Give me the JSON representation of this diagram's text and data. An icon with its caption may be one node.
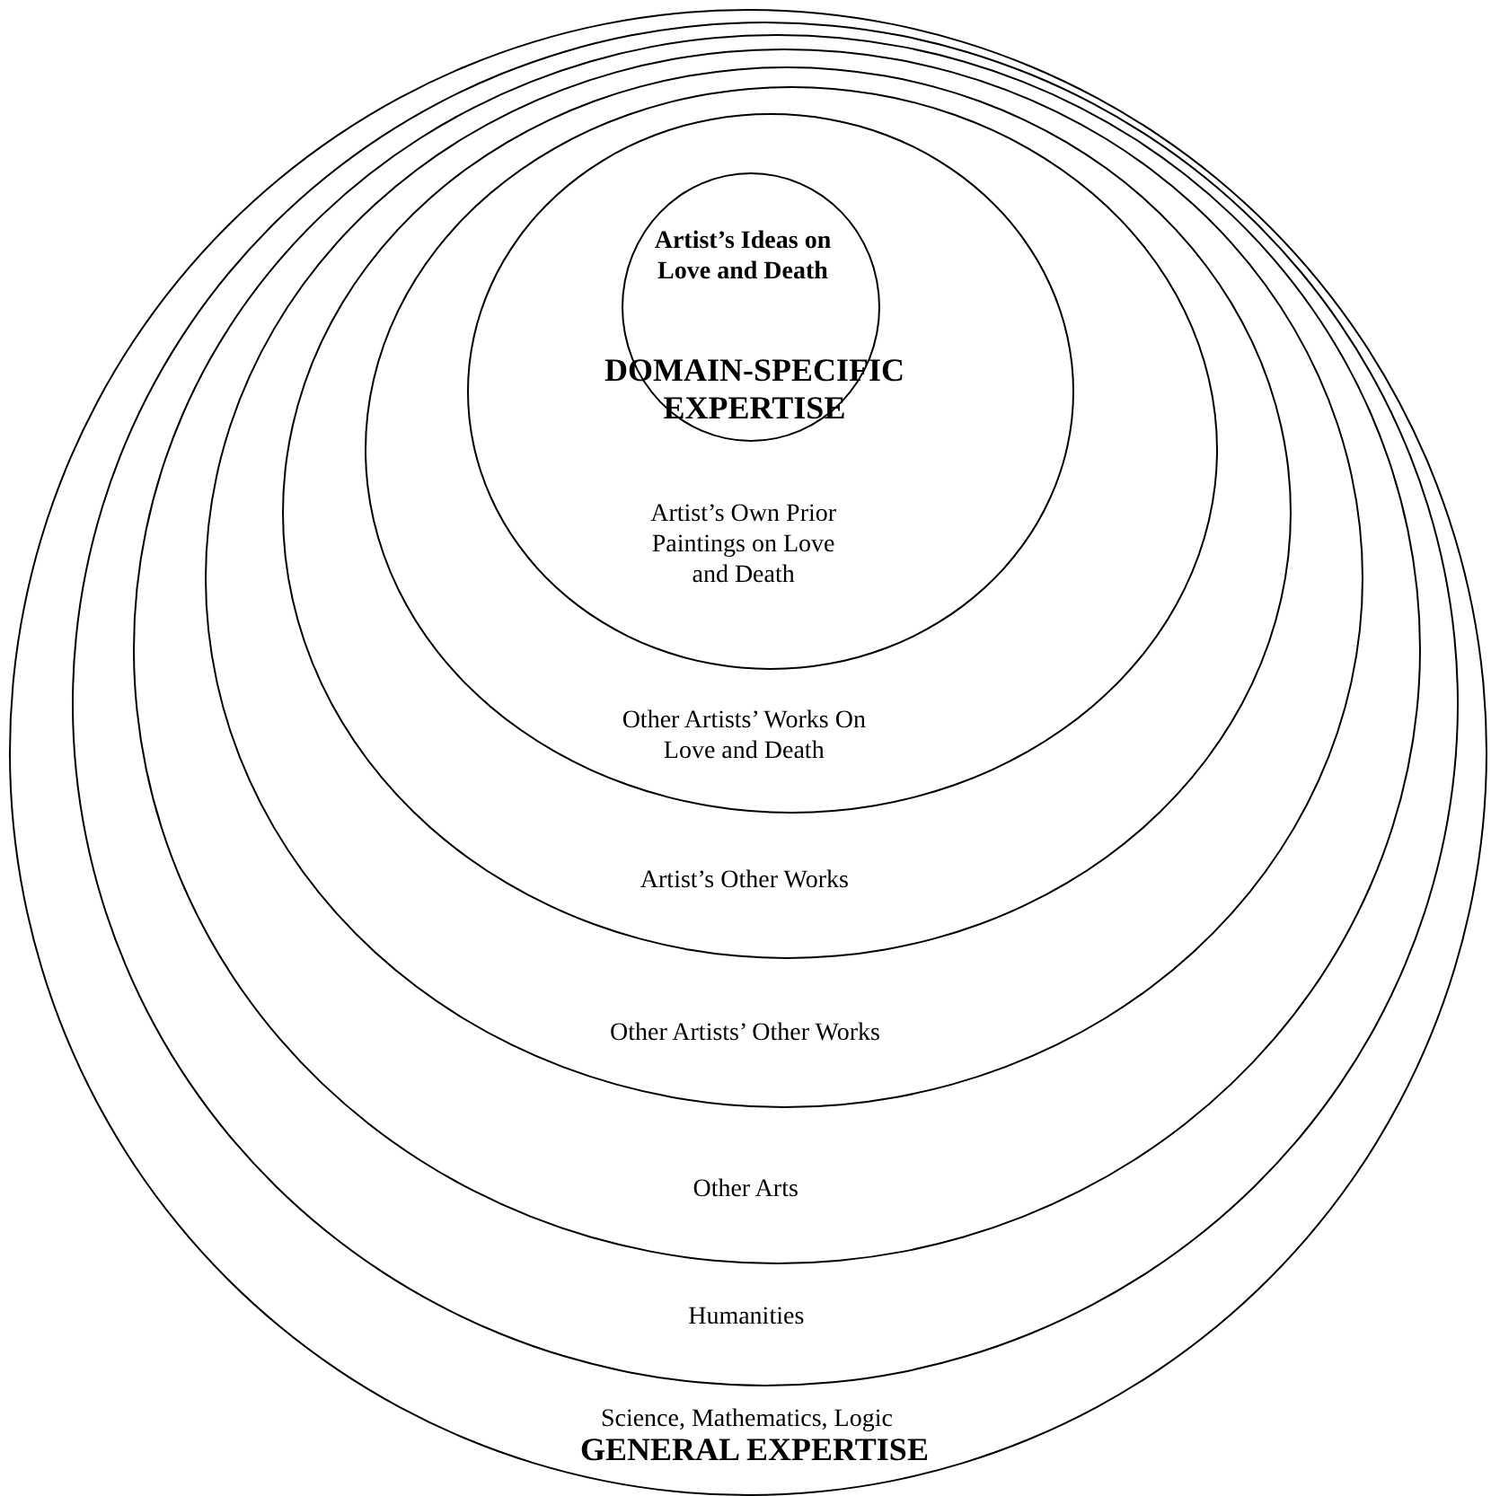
{
  "diagram": {
    "nodes": [
      {
        "text": [
          "Science, Mathematics, Logic"
        ]
      },
      {
        "text": [
          "Humanities"
        ],
        "in": 0
      },
      {
        "text": [
          "Other Arts"
        ],
        "in": 1
      },
      {
        "text": [
          "Other Artists’ Other Works"
        ],
        "in": 2
      },
      {
        "text": [
          "Artist’s Other Works"
        ],
        "in": 3
      },
      {
        "text": [
          "Other Artists’ Works On Love and Death"
        ],
        "in": 4
      },
      {
        "text": [
          "Artist’s Own Prior Paintings on Love and Death"
        ],
        "in": 5
      },
      {
        "text": [
          "Artist’s Ideas on Love and Death"
        ],
        "in": 6
      }
    ],
    "edges": [],
    "labels": [
      "DOMAIN-SPECIFIC EXPERTISE",
      "GENERAL EXPERTISE"
    ]
  }
}
